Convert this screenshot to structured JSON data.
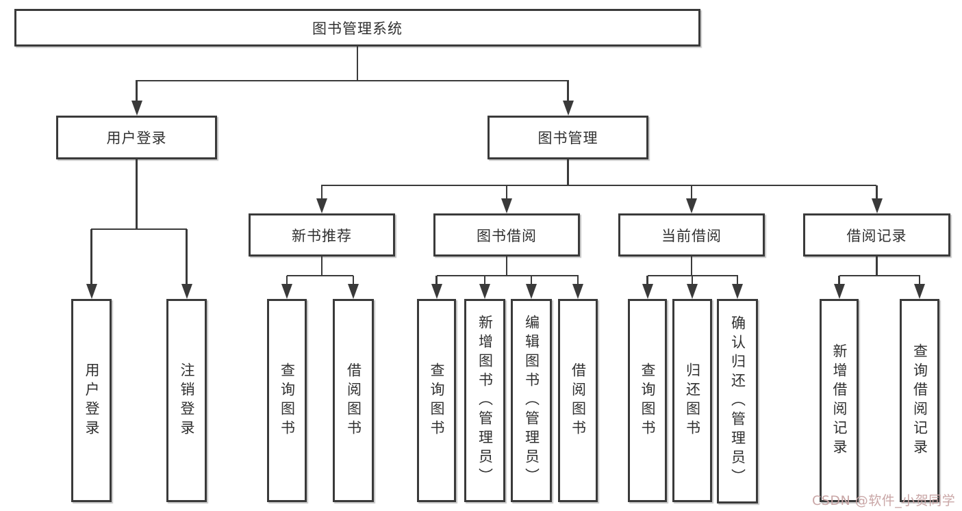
{
  "diagram": {
    "title": "图书管理系统",
    "colors": {
      "line": "#3a3a3a",
      "text": "#303030",
      "watermark": "#c9a6a6",
      "background": "#ffffff"
    },
    "watermark": {
      "text": "CSDN @软件_小贺同学"
    },
    "nodes": {
      "root": {
        "label": "图书管理系统"
      },
      "l2": [
        {
          "label": "用户登录"
        },
        {
          "label": "图书管理"
        }
      ],
      "l3": [
        {
          "label": "新书推荐"
        },
        {
          "label": "图书借阅"
        },
        {
          "label": "当前借阅"
        },
        {
          "label": "借阅记录"
        }
      ],
      "g1": [
        {
          "label": "用户登录"
        },
        {
          "label": "注销登录"
        }
      ],
      "g2": [
        {
          "label": "查询图书"
        },
        {
          "label": "借阅图书"
        }
      ],
      "g3": [
        {
          "label": "查询图书"
        },
        {
          "label": "新增图书（管理员）"
        },
        {
          "label": "编辑图书（管理员）"
        },
        {
          "label": "借阅图书"
        }
      ],
      "g4": [
        {
          "label": "查询图书"
        },
        {
          "label": "归还图书"
        },
        {
          "label": "确认归还（管理员）"
        }
      ],
      "g5": [
        {
          "label": "新增借阅记录"
        },
        {
          "label": "查询借阅记录"
        }
      ]
    }
  }
}
